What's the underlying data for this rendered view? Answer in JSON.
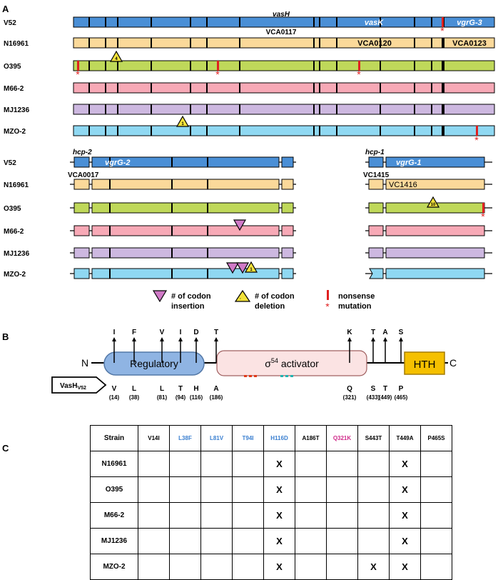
{
  "panels": {
    "a": "A",
    "b": "B",
    "c": "C"
  },
  "colors": {
    "V52": "#4a8fd6",
    "N16961": "#fbd99a",
    "O395": "#bfd85a",
    "M66-2": "#f7a9b6",
    "MJ1236": "#cdb8e0",
    "MZO-2": "#8fd8f2",
    "nonsense": "#e02020",
    "deletion": "#f2e23a",
    "insertion": "#d07ac7",
    "regulatory": "#8fb4e3",
    "sigma": "#fbe3e3",
    "hth": "#f5c000",
    "dots_red": "#e03a1a",
    "dots_teal": "#23b3b0",
    "blue_text": "#3a7fd0",
    "pink_text": "#d02a8a"
  },
  "strains": [
    "V52",
    "N16961",
    "O395",
    "M66-2",
    "MJ1236",
    "MZO-2"
  ],
  "lsc": {
    "vasH": "vasH",
    "vasK": "vasK",
    "vgrG3": "vgrG-3",
    "vca0117": "VCA0117",
    "vca0120": "VCA0120",
    "vca0123": "VCA0123",
    "mzo_del": "1",
    "o395_del": "4"
  },
  "aux2": {
    "hcp": "hcp-2",
    "vgrG": "vgrG-2",
    "vca": "VCA0017",
    "del": "1"
  },
  "aux1": {
    "hcp": "hcp-1",
    "vgrG": "vgrG-1",
    "vc1415": "VC1415",
    "vc1416": "VC1416",
    "del": "10"
  },
  "legend": {
    "ins_l1": "# of codon",
    "ins_l2": "insertion",
    "del_l1": "# of codon",
    "del_l2": "deletion",
    "ns_l1": "nonsense",
    "ns_l2": "mutation"
  },
  "domain_b": {
    "vas_main": "VasH",
    "vas_sub": "V52",
    "n": "N",
    "c": "C",
    "regulatory": "Regulatory",
    "sigma_num": "54",
    "activator": "activator",
    "hth": "HTH",
    "sites": [
      {
        "top": "I",
        "bottom": "V",
        "pos": "(14)"
      },
      {
        "top": "F",
        "bottom": "L",
        "pos": "(38)"
      },
      {
        "top": "V",
        "bottom": "L",
        "pos": "(81)"
      },
      {
        "top": "I",
        "bottom": "T",
        "pos": "(94)"
      },
      {
        "top": "D",
        "bottom": "H",
        "pos": "(116)"
      },
      {
        "top": "T",
        "bottom": "A",
        "pos": "(186)"
      },
      {
        "top": "K",
        "bottom": "Q",
        "pos": "(321)"
      },
      {
        "top": "T",
        "bottom": "S",
        "pos": "(433)"
      },
      {
        "top": "A",
        "bottom": "T",
        "pos": "(449)"
      },
      {
        "top": "S",
        "bottom": "P",
        "pos": "(465)"
      }
    ]
  },
  "table": {
    "corner": "Strain",
    "headers": [
      "V14I",
      "L38F",
      "L81V",
      "T94I",
      "H116D",
      "A186T",
      "Q321K",
      "S443T",
      "T449A",
      "P465S"
    ],
    "header_colors": [
      "black",
      "blue",
      "blue",
      "blue",
      "blue",
      "black",
      "pink",
      "black",
      "black",
      "black"
    ],
    "rows": [
      {
        "strain": "N16961",
        "marks": [
          "",
          "",
          "",
          "",
          "X",
          "",
          "",
          "",
          "X",
          ""
        ]
      },
      {
        "strain": "O395",
        "marks": [
          "",
          "",
          "",
          "",
          "X",
          "",
          "",
          "",
          "X",
          ""
        ]
      },
      {
        "strain": "M66-2",
        "marks": [
          "",
          "",
          "",
          "",
          "X",
          "",
          "",
          "",
          "X",
          ""
        ]
      },
      {
        "strain": "MJ1236",
        "marks": [
          "",
          "",
          "",
          "",
          "X",
          "",
          "",
          "",
          "X",
          ""
        ]
      },
      {
        "strain": "MZO-2",
        "marks": [
          "",
          "",
          "",
          "",
          "X",
          "",
          "",
          "X",
          "X",
          ""
        ]
      }
    ]
  }
}
